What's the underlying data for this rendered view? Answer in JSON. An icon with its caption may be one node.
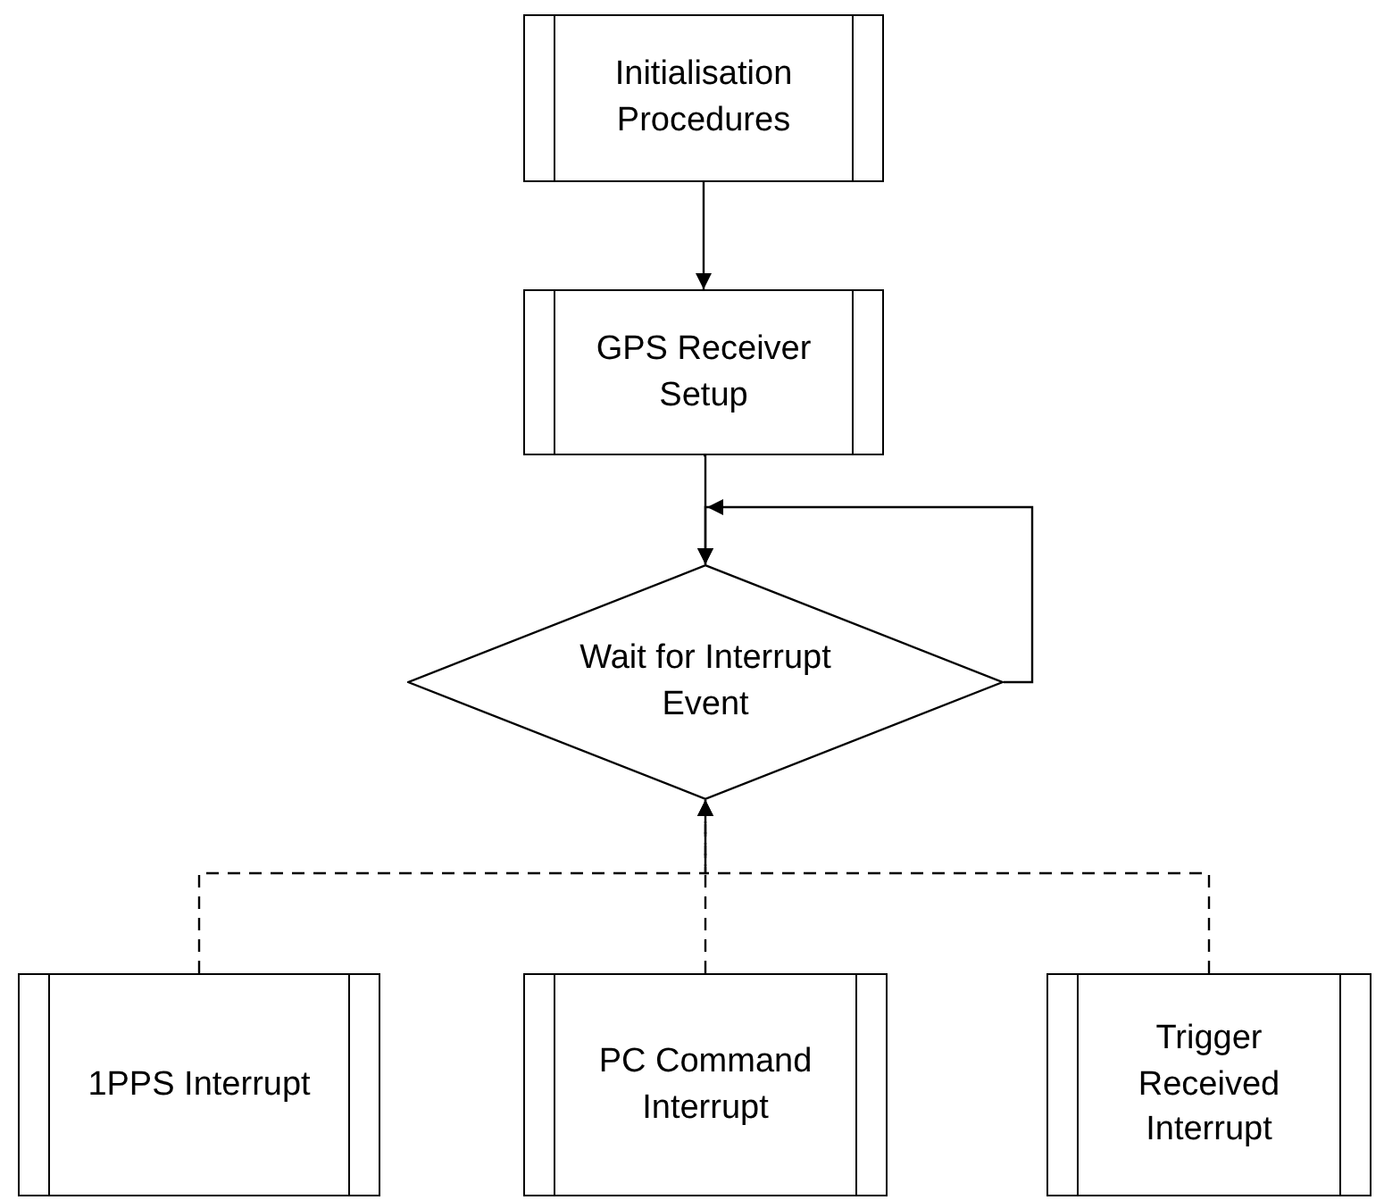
{
  "diagram": {
    "nodes": [
      {
        "text": [
          "Initialisation Procedures"
        ]
      },
      {
        "text": [
          "GPS Receiver Setup"
        ]
      },
      {
        "text": [
          "Wait for Interrupt Event"
        ]
      },
      {
        "text": [
          "1PPS Interrupt"
        ]
      },
      {
        "text": [
          "PC Command Interrupt"
        ]
      },
      {
        "text": [
          "Trigger Received Interrupt"
        ]
      }
    ],
    "edges": [
      {
        "from": 0,
        "to": 1,
        "arrow": "to"
      },
      {
        "from": 1,
        "to": 2,
        "arrow": "to"
      },
      {
        "from": 2,
        "to": 2,
        "arrow": "to"
      },
      {
        "from": 3,
        "to": 2,
        "arrow": "to",
        "style": "dashed"
      },
      {
        "from": 4,
        "to": 2,
        "arrow": "to",
        "style": "dashed"
      },
      {
        "from": 5,
        "to": 2,
        "arrow": "to",
        "style": "dashed"
      }
    ]
  }
}
